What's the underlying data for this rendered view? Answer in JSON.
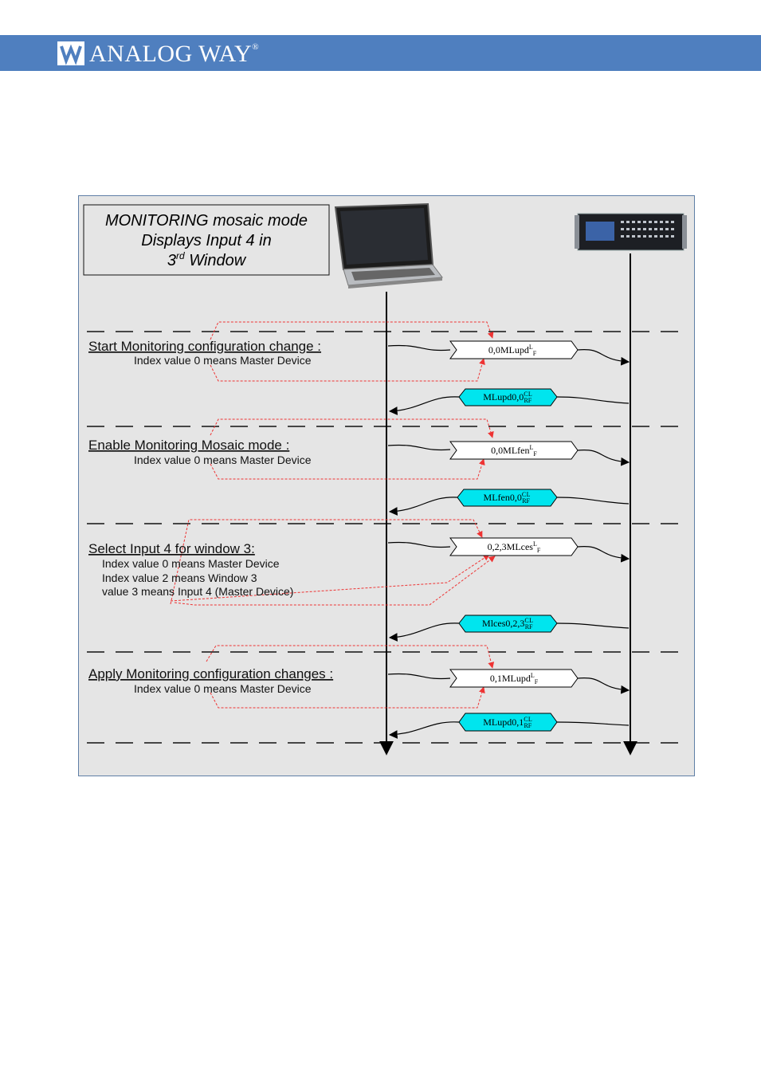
{
  "header": {
    "brand": "ANALOG WAY",
    "registered": "®",
    "logo_icon": "analog-way-logo-icon",
    "background_color": "#4f7fbf"
  },
  "diagram": {
    "title_lines": [
      "MONITORING mosaic mode",
      "Displays Input 4 in"
    ],
    "title_line3_ordinal": "3",
    "title_line3_suffix": "rd",
    "title_line3_rest": " Window",
    "laptop_icon": "laptop-icon",
    "device_icon": "video-processor-device-icon",
    "colors": {
      "sent_fill": "#ffffff",
      "reply_fill": "#00e5ee",
      "annotation": "#ee3333"
    },
    "sections": [
      {
        "title": "Start Monitoring configuration change :",
        "notes": [
          "Index value 0 means Master Device"
        ],
        "command": {
          "main": "0,0MLupd",
          "sup": "L",
          "sub": "F"
        },
        "reply": {
          "main": "MLupd0,0",
          "sup1": "C",
          "sub1": "R",
          "sup2": "L",
          "sub2": "F"
        }
      },
      {
        "title": "Enable Monitoring Mosaic mode :",
        "notes": [
          "Index value 0 means Master Device"
        ],
        "command": {
          "main": "0,0MLfen",
          "sup": "L",
          "sub": "F"
        },
        "reply": {
          "main": "MLfen0,0",
          "sup1": "C",
          "sub1": "R",
          "sup2": "L",
          "sub2": "F"
        }
      },
      {
        "title": "Select Input 4 for window 3:",
        "notes": [
          "Index value 0 means Master Device",
          "Index value 2 means Window 3",
          "value 3 means Input 4 (Master Device)"
        ],
        "command": {
          "main": "0,2,3MLces",
          "sup": "L",
          "sub": "F"
        },
        "reply": {
          "main": "Mlces0,2,3",
          "sup1": "C",
          "sub1": "R",
          "sup2": "L",
          "sub2": "F"
        }
      },
      {
        "title": "Apply Monitoring configuration changes :",
        "notes": [
          "Index value 0 means Master Device"
        ],
        "command": {
          "main": "0,1MLupd",
          "sup": "L",
          "sub": "F"
        },
        "reply": {
          "main": "MLupd0,1",
          "sup1": "C",
          "sub1": "R",
          "sup2": "L",
          "sub2": "F"
        }
      }
    ]
  }
}
